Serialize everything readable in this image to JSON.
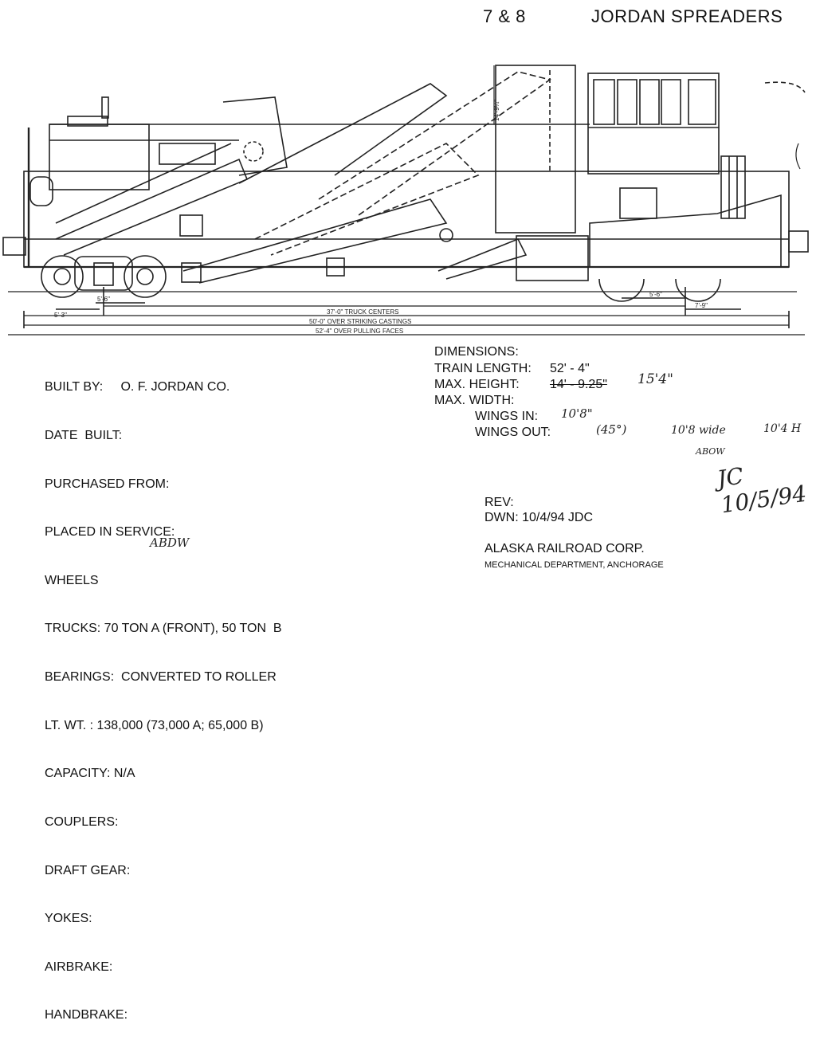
{
  "header": {
    "number": "7 & 8",
    "title": "JORDAN SPREADERS"
  },
  "dimension_labels": {
    "truck_centers": "37'-0\" TRUCK CENTERS",
    "over_striking": "50'-0\" OVER STRIKING CASTINGS",
    "over_pulling": "52'-4\" OVER PULLING FACES",
    "left_wheel_a": "5'-3\"",
    "left_wheel_b": "5'-6\"",
    "right_wheel_a": "5'-6\"",
    "right_wheel_b": "7'-9\"",
    "boom_height": "14'-9¼\""
  },
  "specs": [
    "BUILT BY:     O. F. JORDAN CO.",
    "DATE  BUILT:",
    "PURCHASED FROM:",
    "PLACED IN SERVICE:",
    "WHEELS",
    "TRUCKS: 70 TON A (FRONT), 50 TON  B",
    "BEARINGS:  CONVERTED TO ROLLER",
    "LT. WT. : 138,000 (73,000 A; 65,000 B)",
    "CAPACITY: N/A",
    "COUPLERS:",
    "DRAFT GEAR:",
    "YOKES:",
    "AIRBRAKE:",
    "HANDBRAKE:"
  ],
  "dimensions": {
    "heading": "DIMENSIONS:",
    "train_length_label": "TRAIN LENGTH:",
    "train_length_value": "52' - 4\"",
    "max_height_label": "MAX. HEIGHT:",
    "max_height_value": "14' - 9.25\"",
    "max_width_label": "MAX. WIDTH:",
    "wings_in_label": "WINGS IN:",
    "wings_out_label": "WINGS OUT:"
  },
  "handwritten": {
    "max_height": "15'4\"",
    "wings_in": "10'8\"",
    "wings_out_angle": "(45°)",
    "wings_out_width": "10'8 wide",
    "wings_out_height": "10'4 H",
    "abow_small": "ABOW",
    "signature": "JC 10/5/94",
    "airbrake": "ABDW"
  },
  "footer": {
    "rev_label": "REV:",
    "dwn": "DWN: 10/4/94  JDC",
    "company": "ALASKA RAILROAD CORP.",
    "department": "MECHANICAL DEPARTMENT, ANCHORAGE"
  }
}
